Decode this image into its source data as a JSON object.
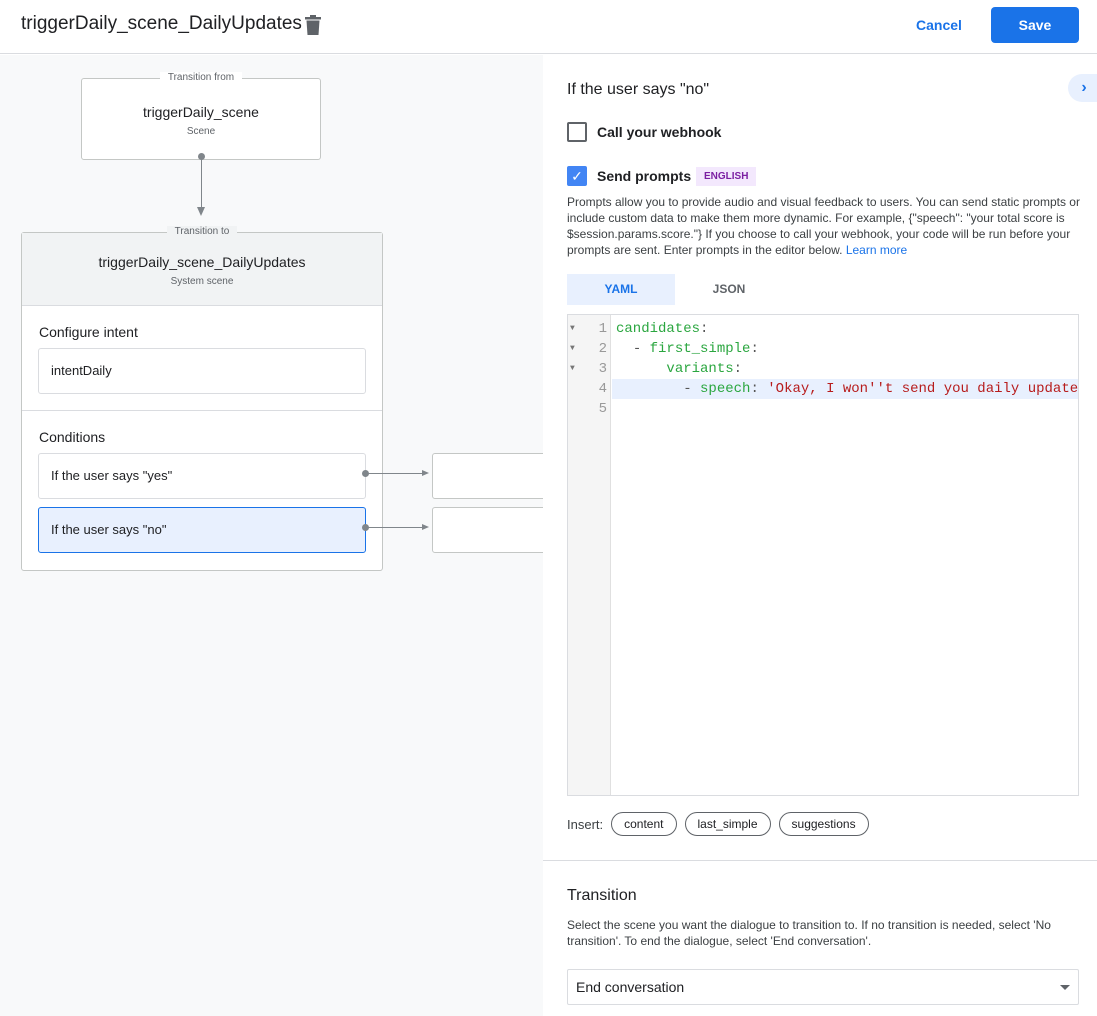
{
  "header": {
    "title": "triggerDaily_scene_DailyUpdates",
    "cancel_label": "Cancel",
    "save_label": "Save"
  },
  "canvas": {
    "from": {
      "legend": "Transition from",
      "name": "triggerDaily_scene",
      "type": "Scene"
    },
    "to": {
      "legend": "Transition to",
      "name": "triggerDaily_scene_DailyUpdates",
      "type": "System scene"
    },
    "configure_intent": {
      "heading": "Configure intent",
      "intent": "intentDaily"
    },
    "conditions": {
      "heading": "Conditions",
      "items": [
        {
          "label": "If the user says \"yes\""
        },
        {
          "label": "If the user says \"no\"",
          "selected": true
        }
      ]
    }
  },
  "panel": {
    "title": "If the user says \"no\"",
    "webhook": {
      "label": "Call your webhook",
      "checked": false
    },
    "prompts": {
      "label": "Send prompts",
      "checked": true,
      "badge": "ENGLISH",
      "description": "Prompts allow you to provide audio and visual feedback to users. You can send static prompts or include custom data to make them more dynamic. For example, {\"speech\": \"your total score is $session.params.score.\"} If you choose to call your webhook, your code will be run before your prompts are sent. Enter prompts in the editor below.",
      "learn_more": "Learn more"
    },
    "tabs": [
      {
        "label": "YAML",
        "active": true
      },
      {
        "label": "JSON",
        "active": false
      }
    ],
    "editor": {
      "lines": [
        {
          "n": "1",
          "indent": "",
          "dash": "",
          "key": "candidates",
          "colon": ":",
          "value": ""
        },
        {
          "n": "2",
          "indent": "  ",
          "dash": "- ",
          "key": "first_simple",
          "colon": ":",
          "value": ""
        },
        {
          "n": "3",
          "indent": "      ",
          "dash": "",
          "key": "variants",
          "colon": ":",
          "value": ""
        },
        {
          "n": "4",
          "indent": "        ",
          "dash": "- ",
          "key": "speech",
          "colon": ": ",
          "value": "'Okay, I won''t send you daily updates.'"
        },
        {
          "n": "5",
          "indent": "",
          "dash": "",
          "key": "",
          "colon": "",
          "value": ""
        }
      ]
    },
    "insert": {
      "label": "Insert:",
      "chips": [
        "content",
        "last_simple",
        "suggestions"
      ]
    },
    "transition": {
      "heading": "Transition",
      "description": "Select the scene you want the dialogue to transition to. If no transition is needed, select 'No transition'. To end the dialogue, select 'End conversation'.",
      "selected": "End conversation"
    }
  },
  "colors": {
    "accent": "#1a73e8",
    "selected_bg": "#e8f0fe",
    "badge_text": "#7b1fa2",
    "yaml_key": "#2aa63f",
    "yaml_string": "#b71c1c"
  }
}
